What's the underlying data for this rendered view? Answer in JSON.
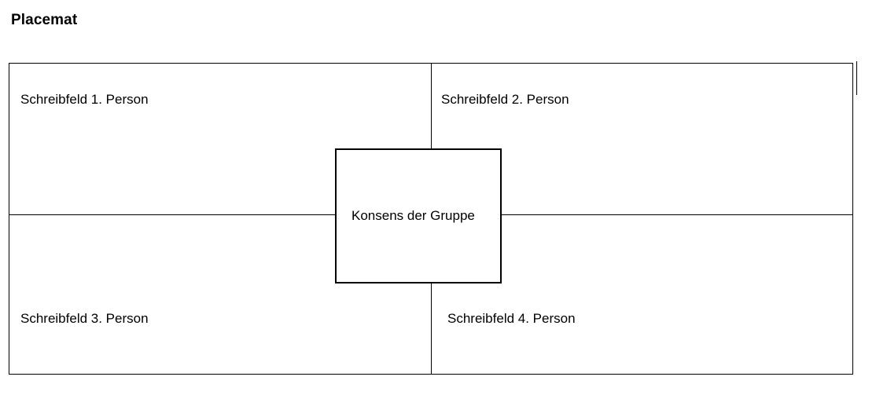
{
  "page": {
    "title": "Placemat",
    "background_color": "#ffffff",
    "line_color": "#000000",
    "text_color": "#000000"
  },
  "placemat": {
    "quadrants": [
      {
        "id": "quadrant-1",
        "label": "Schreibfeld 1. Person",
        "position": "top-left"
      },
      {
        "id": "quadrant-2",
        "label": "Schreibfeld 2. Person",
        "position": "top-right"
      },
      {
        "id": "quadrant-3",
        "label": "Schreibfeld 3. Person",
        "position": "bottom-left"
      },
      {
        "id": "quadrant-4",
        "label": "Schreibfeld 4. Person",
        "position": "bottom-right"
      }
    ],
    "center": {
      "label": "Konsens der Gruppe"
    }
  }
}
